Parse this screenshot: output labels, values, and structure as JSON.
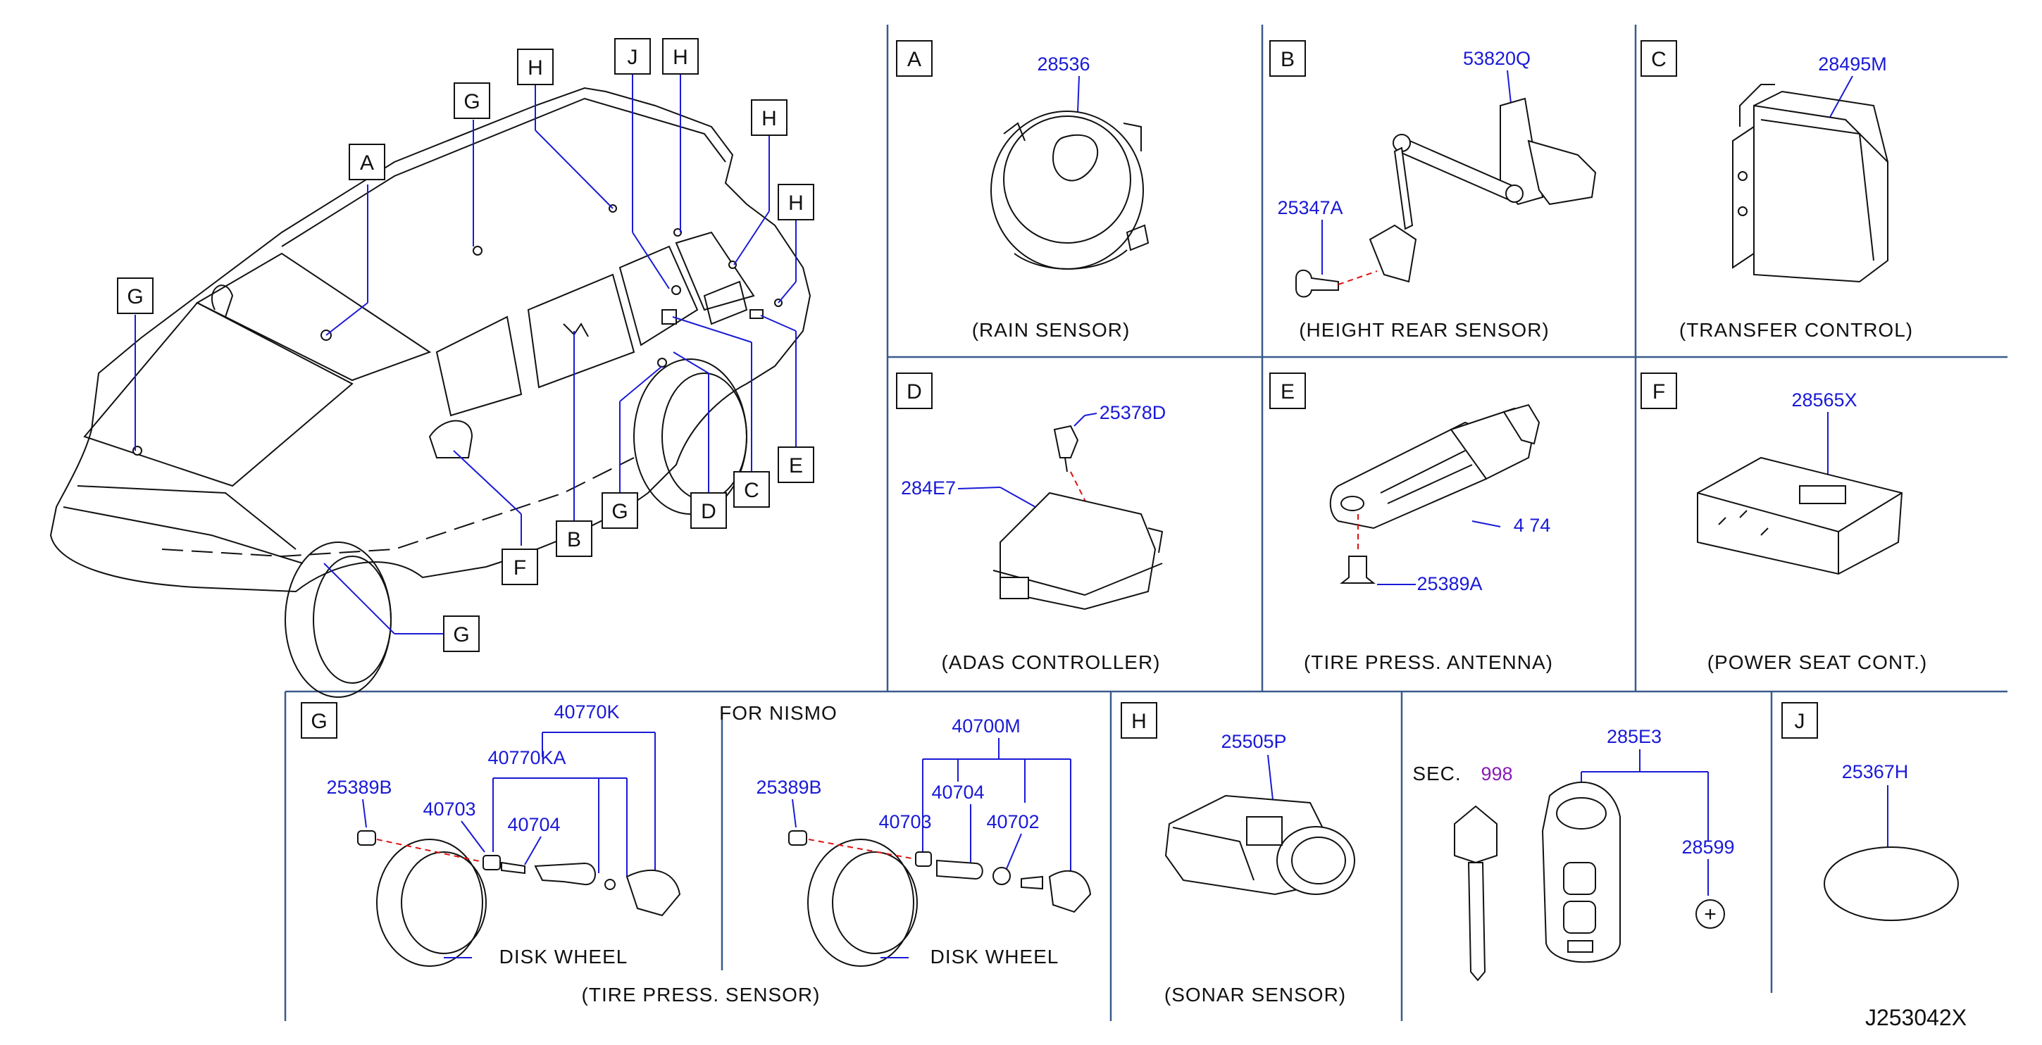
{
  "diagram_id": "J253042X",
  "overview": {
    "callouts": [
      "A",
      "G",
      "H",
      "J",
      "H",
      "H",
      "H",
      "G",
      "F",
      "B",
      "G",
      "D",
      "C",
      "E",
      "G"
    ]
  },
  "panels": {
    "A": {
      "letter": "A",
      "part": "28536",
      "caption": "(RAIN   SENSOR)"
    },
    "B": {
      "letter": "B",
      "parts": [
        "53820Q",
        "25347A"
      ],
      "caption": "(HEIGHT   REAR   SENSOR)"
    },
    "C": {
      "letter": "C",
      "part": "28495M",
      "caption": "(TRANSFER   CONTROL)"
    },
    "D": {
      "letter": "D",
      "parts": [
        "25378D",
        "284E7"
      ],
      "caption": "(ADAS   CONTROLLER)"
    },
    "E": {
      "letter": "E",
      "parts": [
        "4 74",
        "25389A"
      ],
      "caption": "(TIRE   PRESS.   ANTENNA)"
    },
    "F": {
      "letter": "F",
      "part": "28565X",
      "caption": "(POWER   SEAT   CONT.)"
    },
    "G": {
      "letter": "G",
      "left": {
        "parts": [
          "40770K",
          "40770KA",
          "25389B",
          "40703",
          "40704"
        ],
        "wheel_label": "DISK   WHEEL"
      },
      "nismo_label": "FOR   NISMO",
      "right": {
        "parts": [
          "40700M",
          "25389B",
          "40704",
          "40703",
          "40702"
        ],
        "wheel_label": "DISK   WHEEL"
      },
      "caption": "(TIRE   PRESS.   SENSOR)"
    },
    "H": {
      "letter": "H",
      "part": "25505P",
      "caption": "(SONAR   SENSOR)"
    },
    "key": {
      "sec_label": "SEC.",
      "sec_number": "998",
      "parts": [
        "285E3",
        "28599"
      ]
    },
    "J": {
      "letter": "J",
      "part": "25367H"
    }
  },
  "colors": {
    "part_number": "#1a1ad6",
    "section_ref": "#8a1ab8",
    "grid": "#3a5a8c",
    "leader": "#1a1ad6",
    "drawing": "#111111",
    "dashed": "#dd1111"
  }
}
